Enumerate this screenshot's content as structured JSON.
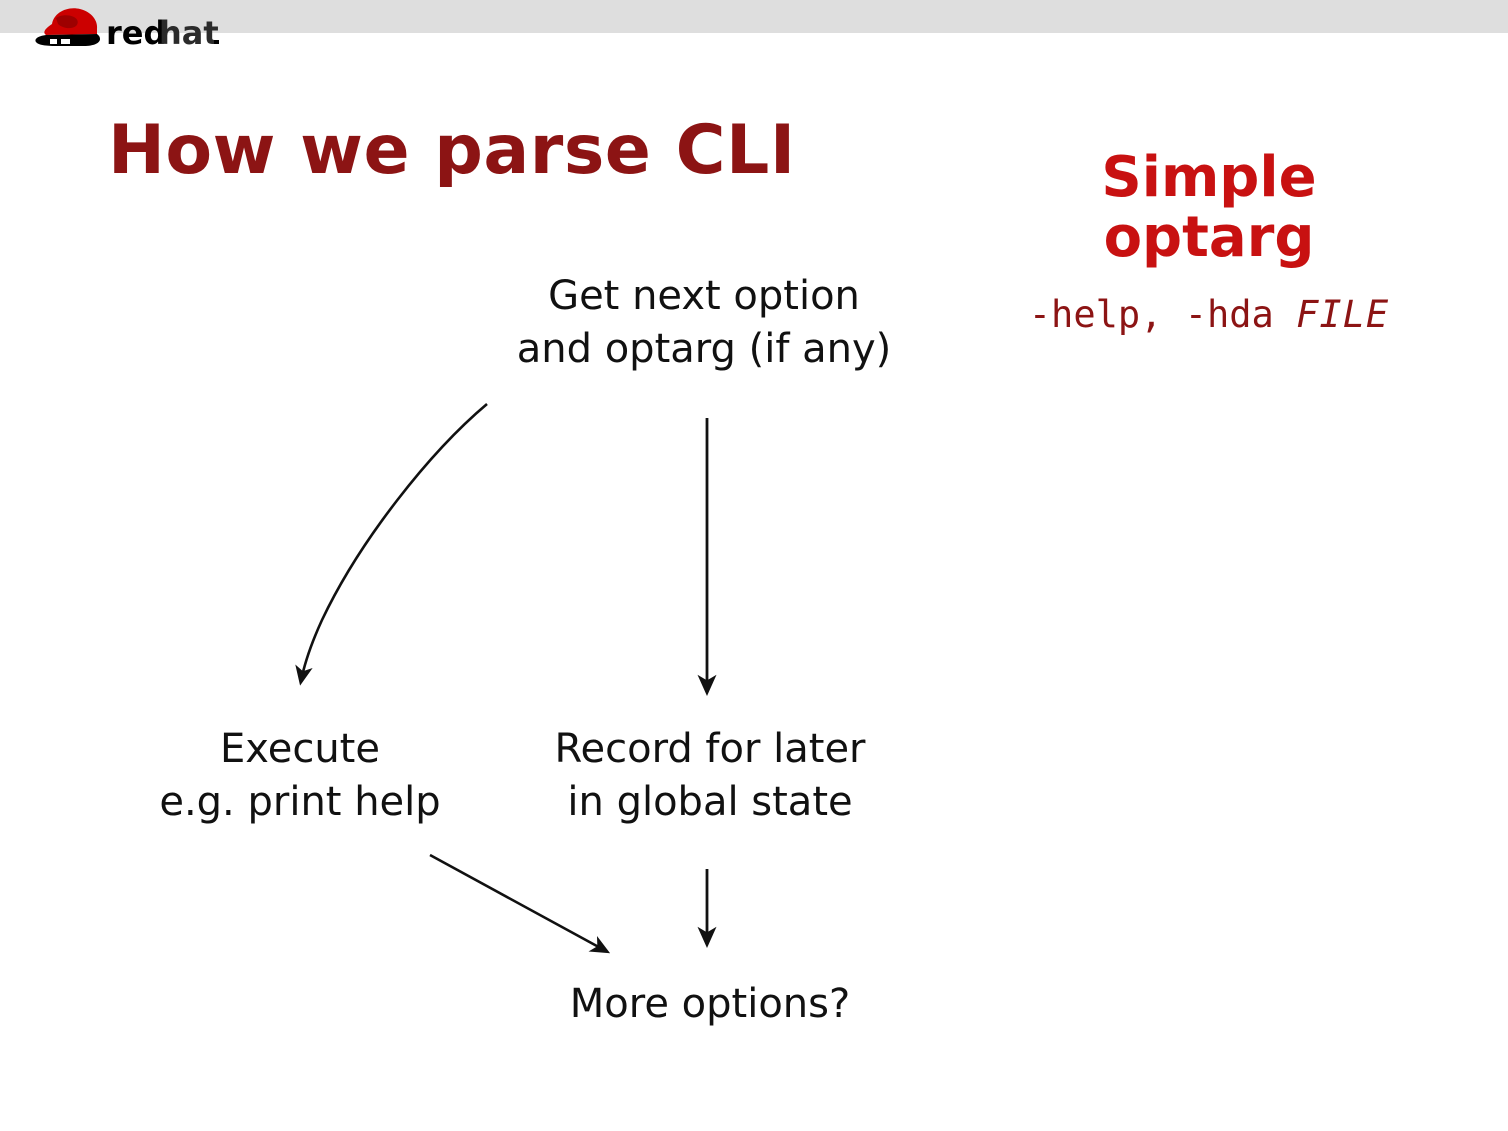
{
  "banner": {
    "background_color": "#dedede",
    "logo_name": "redhat",
    "logo_word_bold": "red",
    "logo_word_light": "hat"
  },
  "slide": {
    "title": "How we parse CLI",
    "title_color": "#8c1414",
    "background_color": "#ffffff"
  },
  "side_panel": {
    "heading_color": "#c81111",
    "heading_line1": "Simple",
    "heading_line2": "optarg",
    "example_prefix": "-help, -hda ",
    "example_italic": "FILE",
    "example_color": "#8c1414"
  },
  "flow": {
    "node_get_next_line1": "Get next option",
    "node_get_next_line2": "and optarg (if any)",
    "node_execute_line1": "Execute",
    "node_execute_line2": "e.g. print help",
    "node_record_line1": "Record for later",
    "node_record_line2": "in global state",
    "node_more_options": "More options?",
    "arrow_color": "#111111",
    "arrows": [
      {
        "name": "curved-arrow-to-execute",
        "from": "Get next option and optarg (if any)",
        "to": "Execute e.g. print help"
      },
      {
        "name": "straight-arrow-to-record",
        "from": "Get next option and optarg (if any)",
        "to": "Record for later in global state"
      },
      {
        "name": "diagonal-arrow-to-more-options",
        "from": "Execute e.g. print help",
        "to": "More options?"
      },
      {
        "name": "short-arrow-to-more-options",
        "from": "Record for later in global state",
        "to": "More options?"
      }
    ]
  }
}
